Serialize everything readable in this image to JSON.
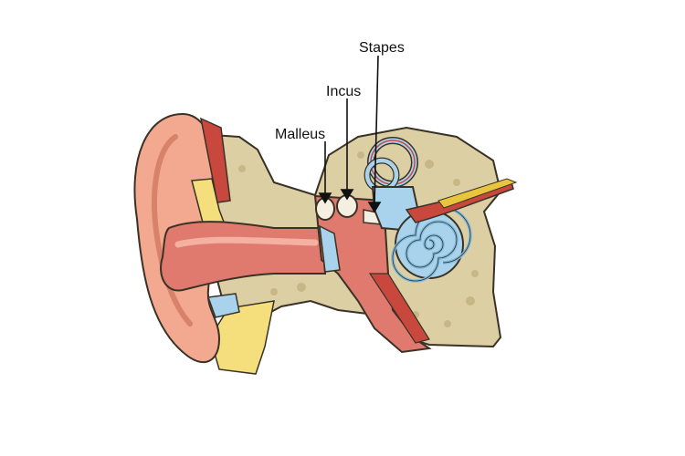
{
  "labels": {
    "malleus": "Malleus",
    "incus": "Incus",
    "stapes": "Stapes"
  },
  "colors": {
    "skin": "#f2a98f",
    "skin_dark": "#d9826a",
    "canal": "#e07a6e",
    "canal_light": "#f4b0a0",
    "bone": "#dccfa3",
    "bone_outline": "#3a3226",
    "fluid_blue": "#a9d3ec",
    "cochlea_blue": "#7fb9dc",
    "muscle": "#c9483e",
    "cartilage": "#f5df7d",
    "nerve": "#e8c53c",
    "ossicle": "#f4efe0"
  }
}
